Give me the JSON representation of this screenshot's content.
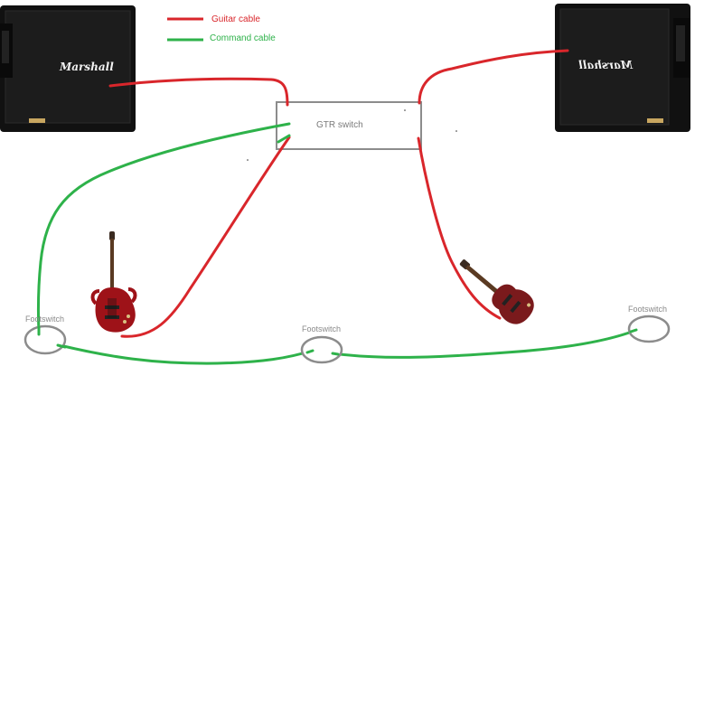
{
  "legend": {
    "guitar_cable_label": "Guitar cable",
    "command_cable_label": "Command cable",
    "guitar_cable_color": "#d9262b",
    "command_cable_color": "#2eb24a"
  },
  "switch_box": {
    "label": "GTR switch"
  },
  "cabinets": [
    {
      "brand": "Marshall",
      "side": "left"
    },
    {
      "brand": "Marshall",
      "side": "right",
      "mirrored": true
    }
  ],
  "footswitches": [
    {
      "label": "Footswitch"
    },
    {
      "label": "Footswitch"
    },
    {
      "label": "Footswitch"
    }
  ],
  "guitars": [
    {
      "model_icon": "sg-guitar-icon"
    },
    {
      "model_icon": "les-paul-guitar-icon"
    }
  ],
  "colors": {
    "cabinet_body": "#111111",
    "cabinet_grille": "#1c1c1c",
    "box_stroke": "#8c8c8c",
    "footswitch_stroke": "#8c8c8c",
    "guitar_body": "#9e1218"
  }
}
